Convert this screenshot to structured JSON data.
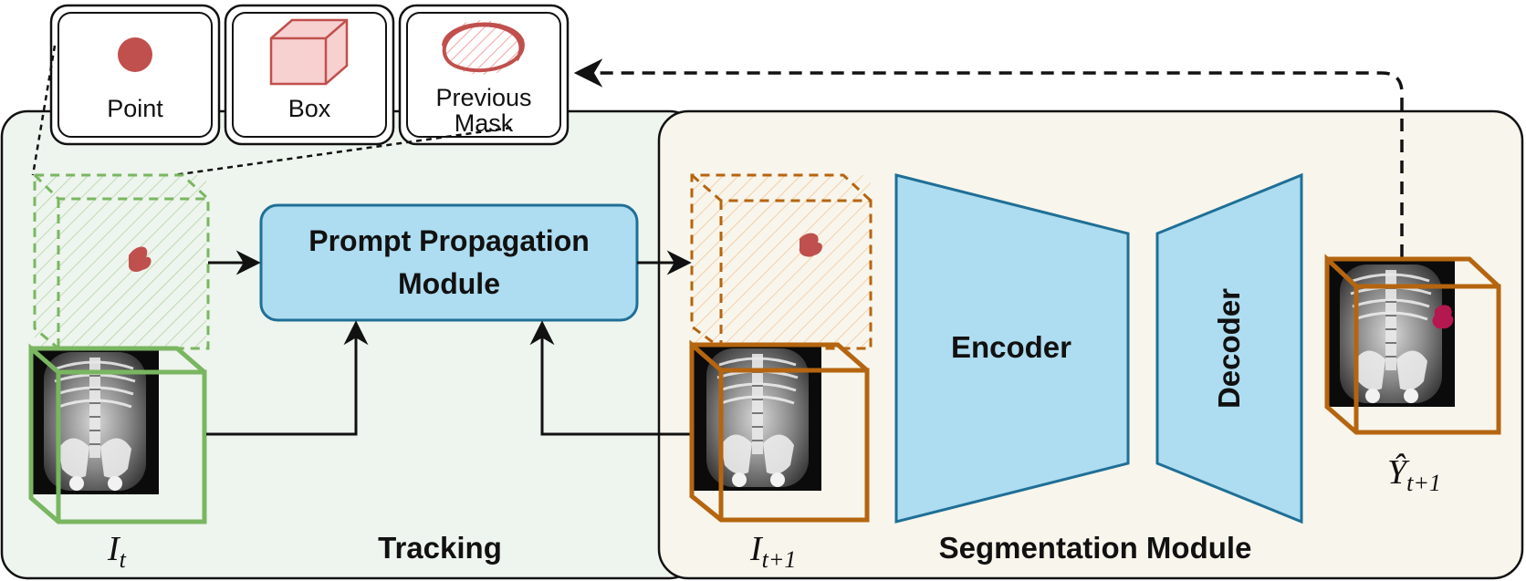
{
  "prompt_types": {
    "point": "Point",
    "box": "Box",
    "previous_mask_line1": "Previous",
    "previous_mask_line2": "Mask"
  },
  "modules": {
    "prompt_propagation_line1": "Prompt Propagation",
    "prompt_propagation_line2": "Module",
    "encoder": "Encoder",
    "decoder": "Decoder"
  },
  "regions": {
    "tracking": "Tracking",
    "segmentation": "Segmentation Module"
  },
  "labels": {
    "input_t_base": "I",
    "input_t_sub": "t",
    "input_t1_base": "I",
    "input_t1_sub": "t+1",
    "output_base": "Ŷ",
    "output_sub": "t+1"
  },
  "colors": {
    "tracking_bg": "#eef4ee",
    "segmentation_bg": "#f8f5ec",
    "module_fill": "#aedcf0",
    "module_stroke": "#1f6f96",
    "green": "#7ab661",
    "orange": "#b5650f",
    "mask_red": "#c0504d"
  },
  "icons": {
    "point": "filled-circle-icon",
    "box": "cube-icon",
    "previous_mask": "scribble-mask-icon"
  }
}
